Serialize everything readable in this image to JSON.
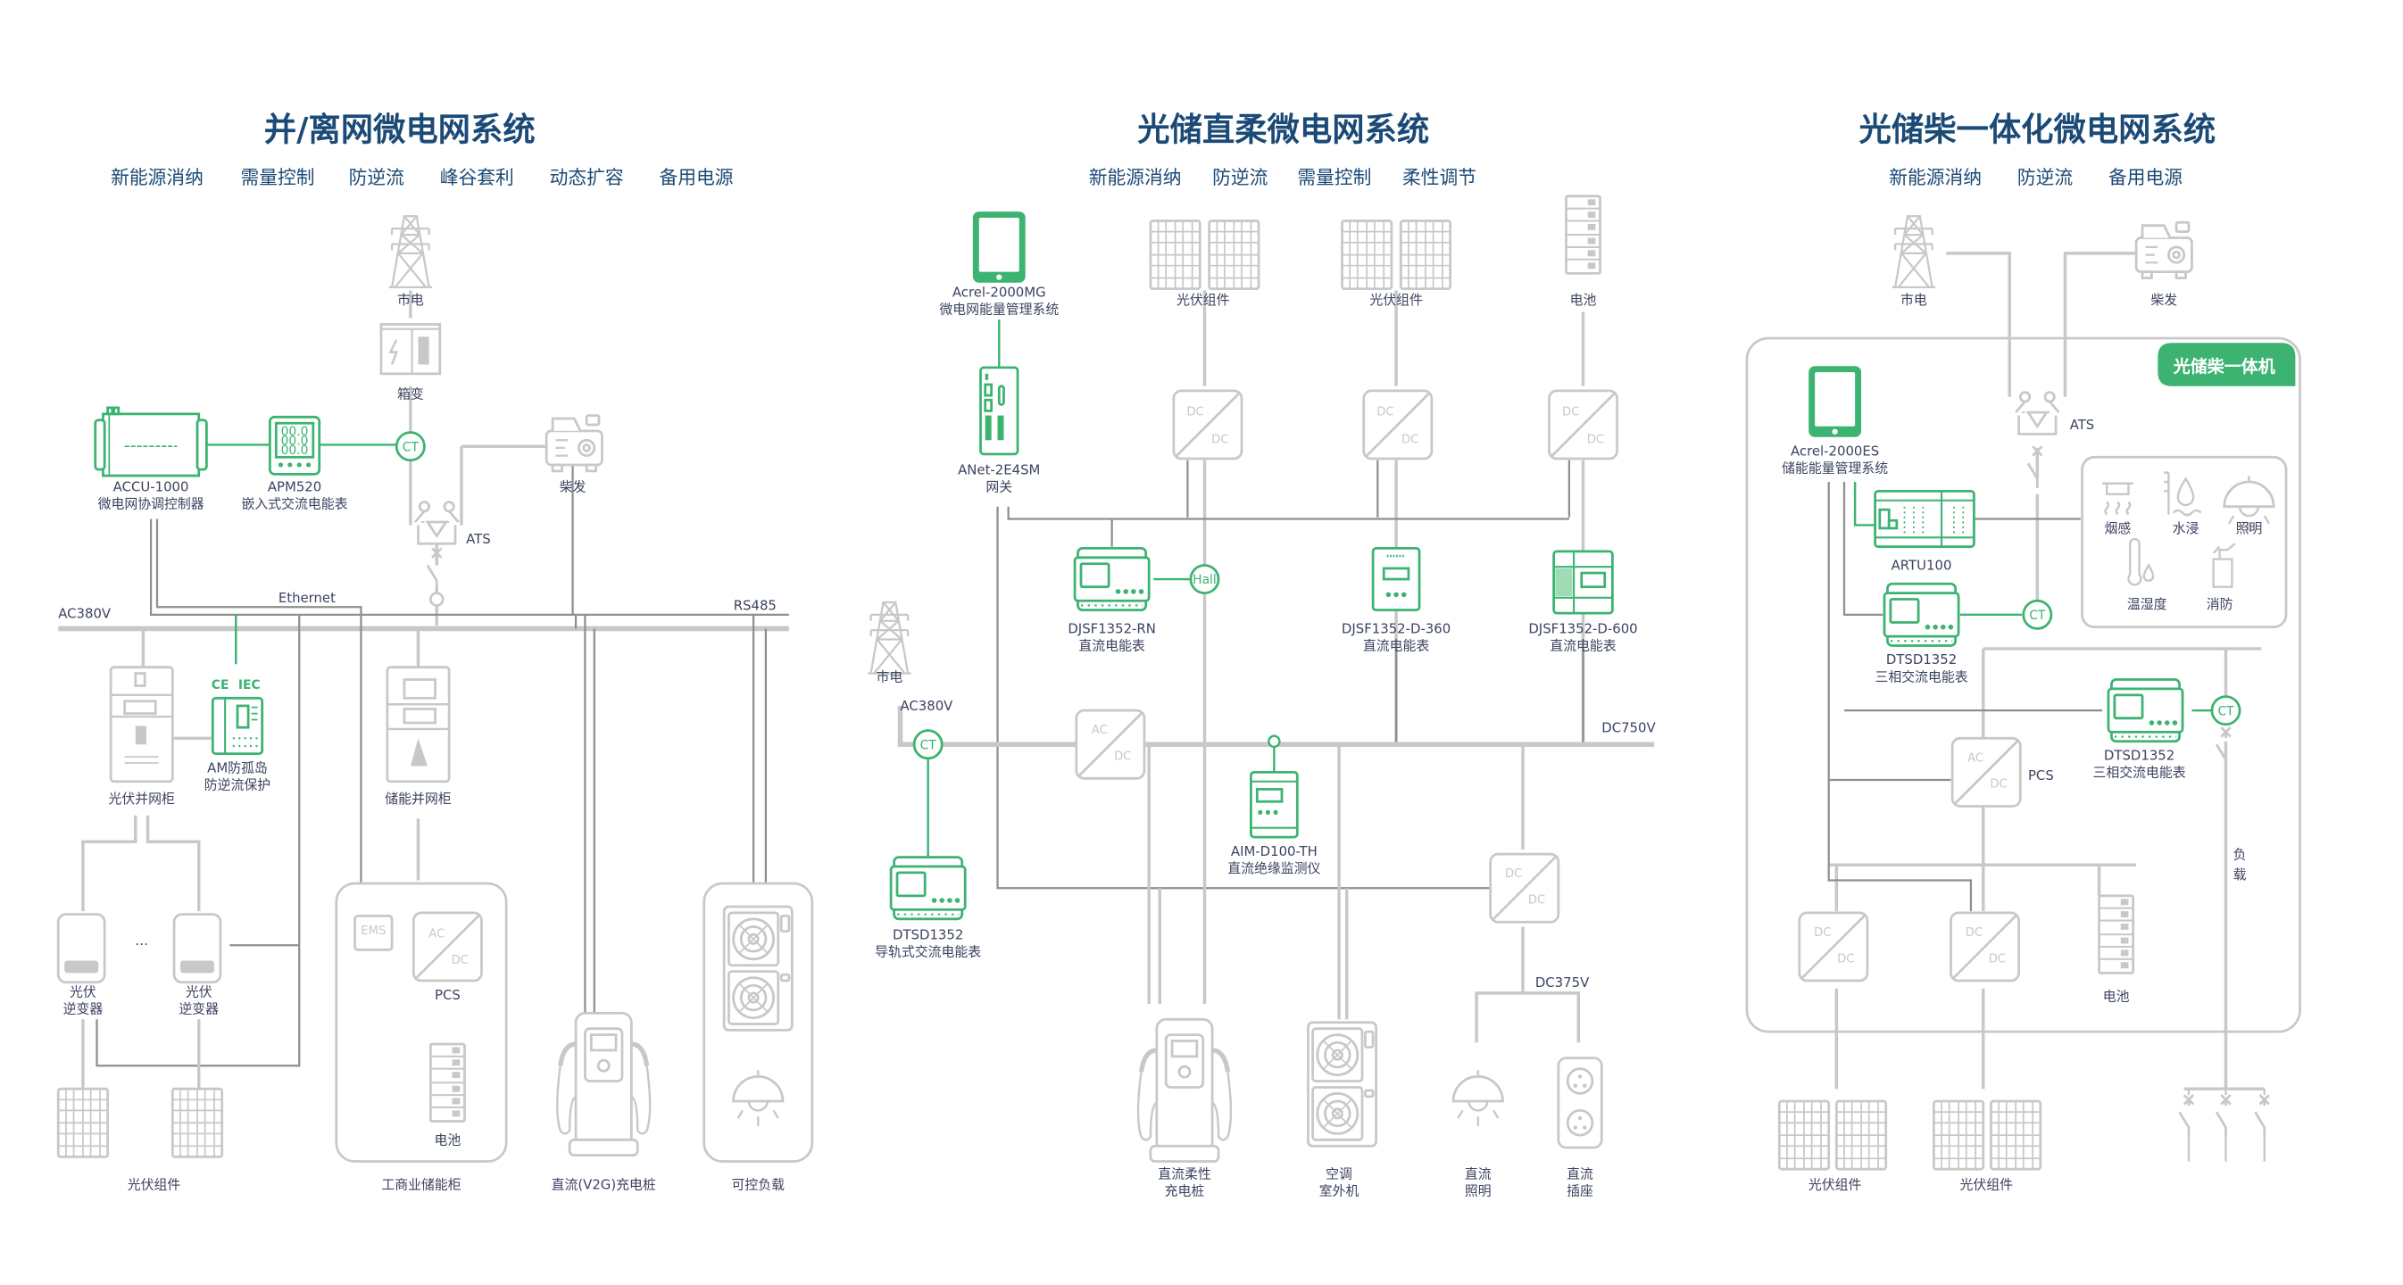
{
  "colors": {
    "title": "#1b4a76",
    "accent_green": "#3cb371",
    "line_gray": "#c8c8c8",
    "label": "#3c4360"
  },
  "panels": [
    {
      "title": "并/离网微电网系统",
      "features": [
        "新能源消纳",
        "需量控制",
        "防逆流",
        "峰谷套利",
        "动态扩容",
        "备用电源"
      ],
      "labels": {
        "grid": "市电",
        "box_transformer": "箱变",
        "accu_model": "ACCU-1000",
        "accu_desc": "微电网协调控制器",
        "apm_model": "APM520",
        "apm_desc": "嵌入式交流电能表",
        "ct": "CT",
        "diesel": "柴发",
        "ats": "ATS",
        "ethernet": "Ethernet",
        "rs485": "RS485",
        "ac_bus": "AC380V",
        "cert_ce": "CE",
        "cert_iec": "IEC",
        "am_line1": "AM防孤岛",
        "am_line2": "防逆流保护",
        "pv_cabinet": "光伏并网柜",
        "ess_cabinet": "储能并网柜",
        "inverter_line1": "光伏",
        "inverter_line2": "逆变器",
        "ellipsis": "…",
        "pv_modules": "光伏组件",
        "ems": "EMS",
        "ac": "AC",
        "dc": "DC",
        "pcs": "PCS",
        "battery": "电池",
        "ci_ess": "工商业储能柜",
        "v2g_charger": "直流(V2G)充电桩",
        "controllable_load": "可控负载"
      }
    },
    {
      "title": "光储直柔微电网系统",
      "features": [
        "新能源消纳",
        "防逆流",
        "需量控制",
        "柔性调节"
      ],
      "labels": {
        "mg_model": "Acrel-2000MG",
        "mg_desc": "微电网能量管理系统",
        "gw_model": "ANet-2E4SM",
        "gw_desc": "网关",
        "pv1": "光伏组件",
        "pv2": "光伏组件",
        "battery": "电池",
        "dc": "DC",
        "ac": "AC",
        "hall": "Hall",
        "rn_model": "DJSF1352-RN",
        "rn_desc": "直流电能表",
        "d360_model": "DJSF1352-D-360",
        "d360_desc": "直流电能表",
        "d600_model": "DJSF1352-D-600",
        "d600_desc": "直流电能表",
        "grid": "市电",
        "ac_bus": "AC380V",
        "ct": "CT",
        "dc_bus": "DC750V",
        "aim_model": "AIM-D100-TH",
        "aim_desc": "直流绝缘监测仪",
        "dtsd_model": "DTSD1352",
        "dtsd_desc": "导轨式交流电能表",
        "dc375": "DC375V",
        "charger_l1": "直流柔性",
        "charger_l2": "充电桩",
        "ac_unit_l1": "空调",
        "ac_unit_l2": "室外机",
        "light_l1": "直流",
        "light_l2": "照明",
        "socket_l1": "直流",
        "socket_l2": "插座"
      }
    },
    {
      "title": "光储柴一体化微电网系统",
      "features": [
        "新能源消纳",
        "防逆流",
        "备用电源"
      ],
      "labels": {
        "grid": "市电",
        "diesel": "柴发",
        "badge": "光储柴一体机",
        "es_model": "Acrel-2000ES",
        "es_desc": "储能能量管理系统",
        "ats": "ATS",
        "artu": "ARTU100",
        "smoke": "烟感",
        "flood": "水浸",
        "lighting": "照明",
        "temp_hum": "温湿度",
        "fire": "消防",
        "ct": "CT",
        "dtsd1_model": "DTSD1352",
        "dtsd1_desc": "三相交流电能表",
        "dtsd2_model": "DTSD1352",
        "dtsd2_desc": "三相交流电能表",
        "ac": "AC",
        "dc": "DC",
        "pcs": "PCS",
        "load_l1": "负",
        "load_l2": "载",
        "battery": "电池",
        "pv1": "光伏组件",
        "pv2": "光伏组件"
      }
    }
  ]
}
